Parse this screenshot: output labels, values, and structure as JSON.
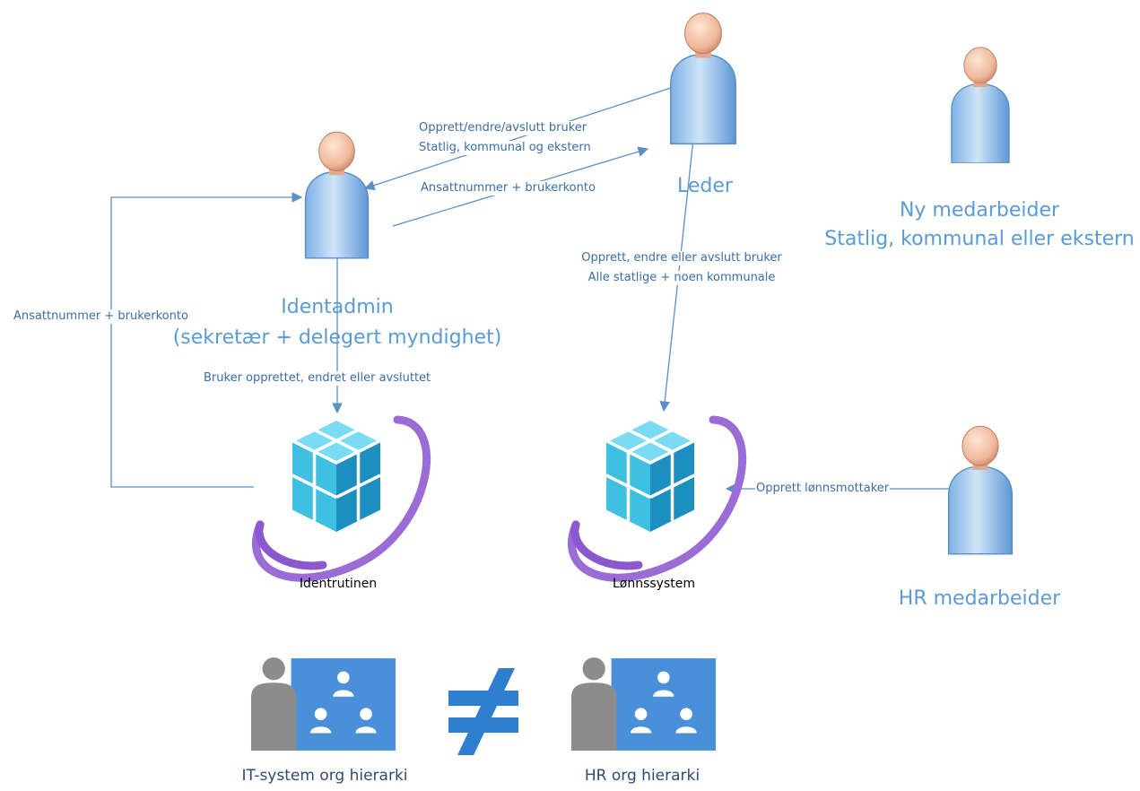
{
  "actors": {
    "identadmin": {
      "name_line1": "Identadmin",
      "name_line2": "(sekretær + delegert myndighet)"
    },
    "leder": {
      "name": "Leder"
    },
    "ny_medarbeider": {
      "name_line1": "Ny medarbeider",
      "name_line2": "Statlig, kommunal eller ekstern"
    },
    "hr_medarbeider": {
      "name": "HR medarbeider"
    }
  },
  "systems": {
    "identrutinen": {
      "name": "Identrutinen"
    },
    "lonnssystem": {
      "name": "Lønnssystem"
    }
  },
  "flows": {
    "leder_to_identadmin": {
      "line1": "Opprett/endre/avslutt bruker",
      "line2": "Statlig, kommunal og ekstern"
    },
    "identadmin_to_leder": {
      "label": "Ansattnummer + brukerkonto"
    },
    "identrutinen_to_identadmin": {
      "label": "Ansattnummer + brukerkonto"
    },
    "identadmin_to_identrutinen": {
      "label": "Bruker opprettet, endret eller avsluttet"
    },
    "leder_to_lonnssystem": {
      "line1": "Opprett, endre eller avslutt bruker",
      "line2": "Alle statlige + noen kommunale"
    },
    "hr_to_lonnssystem": {
      "label": "Opprett lønnsmottaker"
    }
  },
  "hierarchies": {
    "it": {
      "caption": "IT-system org hierarki"
    },
    "hr": {
      "caption": "HR org hierarki"
    },
    "relation_symbol": "not-equal"
  },
  "colors": {
    "connector": "#5b8fc9",
    "label_blue": "#5b9bd5",
    "cube_light": "#6ed3ee",
    "cube_dark": "#1d8fc0",
    "ring": "#9b6bd6",
    "org_panel": "#4a90d9",
    "org_figure_gray": "#8c8c8c",
    "not_equal": "#2e7fcf"
  }
}
